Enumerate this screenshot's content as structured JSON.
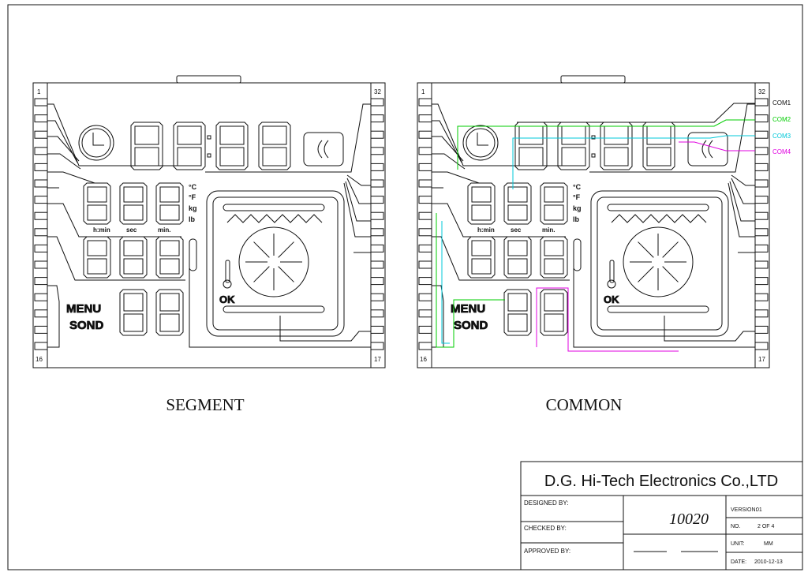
{
  "drawing": {
    "panels": [
      {
        "caption": "SEGMENT",
        "pin_first": "1",
        "pin_last_left": "16",
        "pin_first_right": "32",
        "pin_last_right": "17"
      },
      {
        "caption": "COMMON",
        "pin_first": "1",
        "pin_last_left": "16",
        "pin_first_right": "32",
        "pin_last_right": "17"
      }
    ],
    "lcd_labels": {
      "hmin": "h:min",
      "sec": "sec",
      "min": "min.",
      "celsius": "°C",
      "fahrenheit": "°F",
      "kg": "kg",
      "lb": "lb",
      "menu": "MENU",
      "sond": "SOND",
      "ok": "OK"
    },
    "commons": [
      {
        "label": "COM1",
        "color": "#000000"
      },
      {
        "label": "COM2",
        "color": "#00cc00"
      },
      {
        "label": "COM3",
        "color": "#00d0e0"
      },
      {
        "label": "COM4",
        "color": "#ee00ee"
      }
    ]
  },
  "title_block": {
    "company": "D.G. Hi-Tech Electronics Co.,LTD",
    "designed_by": "DESIGNED BY:",
    "checked_by": "CHECKED BY:",
    "approved_by": "APPROVED BY:",
    "part_number": "10020",
    "version_label": "VERSION:",
    "version": "01",
    "no_label": "NO.",
    "no": "2 OF 4",
    "unit_label": "UNIT:",
    "unit": "MM",
    "date_label": "DATE:",
    "date": "2010-12-13"
  }
}
